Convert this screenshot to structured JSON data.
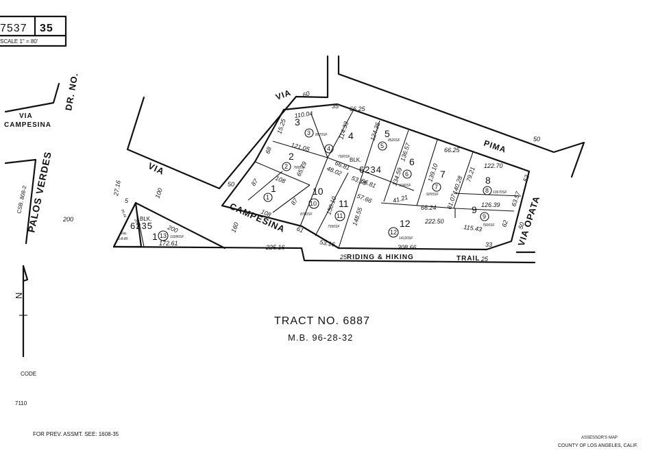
{
  "header": {
    "book": "7537",
    "page": "35",
    "scale": "SCALE 1\" = 80'"
  },
  "streets": {
    "via_campesina_top_1": "VIA",
    "via_campesina_top_2": "CAMPESINA",
    "dr_no": "DR. NO.",
    "palos_verdes": "PALOS VERDES",
    "csb": "CSB. 808-2",
    "via_left": "VIA",
    "campesina": "CAMPESINA",
    "via_top": "VIA",
    "pima": "PIMA",
    "via_opata": "VIA OPATA",
    "riding_trail": "RIDING & HIKING",
    "trail": "TRAIL",
    "w_200": "200",
    "w_100": "100",
    "w_50a": "50",
    "w_60": "60",
    "w_160": "160",
    "w_50b": "50",
    "w_50c": "50"
  },
  "blocks": {
    "blk_label_1": "BLK.",
    "blk_6234": "6234",
    "blk_label_2": "BLK.",
    "blk_6235": "6235"
  },
  "lots": [
    {
      "lot": "1",
      "parcel": "1"
    },
    {
      "lot": "2",
      "parcel": "2",
      "area": "7600SF"
    },
    {
      "lot": "3",
      "parcel": "3",
      "area": "8570SF"
    },
    {
      "lot": "4",
      "parcel": "4",
      "area": "7920SF"
    },
    {
      "lot": "5",
      "parcel": "5",
      "area": "8520SF"
    },
    {
      "lot": "6",
      "parcel": "6",
      "area": "9140SF"
    },
    {
      "lot": "7",
      "parcel": "7",
      "area": "9255SF"
    },
    {
      "lot": "8",
      "parcel": "8",
      "area": "10670SF"
    },
    {
      "lot": "9",
      "parcel": "9",
      "area": "7600SF"
    },
    {
      "lot": "10",
      "parcel": "10",
      "area": "8780SF"
    },
    {
      "lot": "11",
      "parcel": "11",
      "area": "7930SF"
    },
    {
      "lot": "12",
      "parcel": "12",
      "area": "14120SF"
    },
    {
      "lot": "1",
      "parcel": "13",
      "area": "10280SF"
    }
  ],
  "dims": {
    "d1": "110.04",
    "d2": "35",
    "d3": "66.25",
    "d4": "121.05",
    "d5": "15.25",
    "d6": "68",
    "d7": "108",
    "d8": "65.79",
    "d9": "87",
    "d10": "87",
    "d11": "108",
    "d12": "61",
    "d13": "114.33",
    "d14": "48.02",
    "d15": "66.81",
    "d16": "124.35",
    "d17": "136.57",
    "d18": "53.18",
    "d19": "66.81",
    "d20": "134.59",
    "d21": "57.66",
    "d22": "41.21",
    "d23": "139.10",
    "d24": "66.25",
    "d25": "122.70",
    "d26": "140.28",
    "d27": "79.21",
    "d28": "61.07",
    "d29": "126.39",
    "d30": "63.57",
    "d31": "52",
    "d32": "66.24",
    "d33": "222.50",
    "d34": "115.43",
    "d35": "62",
    "d36": "150.10",
    "d37": "148.55",
    "d38": "53.16",
    "d39": "225.16",
    "d40": "308.66",
    "d41": "33",
    "d42": "25",
    "d43": "25",
    "d44": "27.16",
    "d45": "5",
    "d46": "200",
    "d47": "172.61",
    "d48": "85.46",
    "d49": "28.38",
    "d50": "Vac.",
    "d51": "6-8-85"
  },
  "title": {
    "tract": "TRACT NO. 6887",
    "mb": "M.B. 96-28-32"
  },
  "north": "N",
  "code_label": "CODE",
  "code_value": "7110",
  "footer": {
    "prev": "FOR PREV. ASSMT. SEE: 1608-35",
    "assessor": "ASSESSOR'S MAP",
    "county": "COUNTY OF LOS ANGELES, CALIF."
  }
}
